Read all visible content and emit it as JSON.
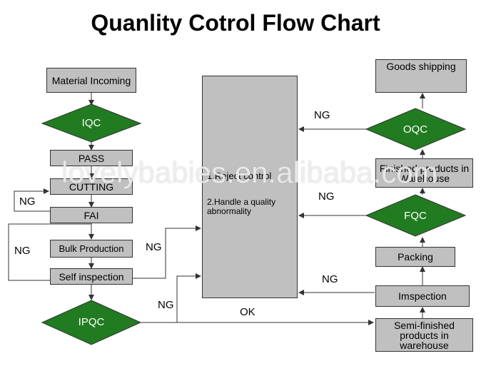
{
  "title": "Quanlity Cotrol Flow Chart",
  "colors": {
    "box_fill": "#c0c0c0",
    "diamond_fill": "#217b21",
    "line": "#333333"
  },
  "nodes": {
    "material_incoming": "Material Incoming",
    "iqc": "IQC",
    "pass": "PASS",
    "cutting": "CUTTING",
    "fai": "FAI",
    "bulk_production": "Bulk Production",
    "self_inspection": "Self inspection",
    "ipqc": "IPQC",
    "reject_control": "1.Reject control",
    "handle_abnormality": "2.Handle a quality abnormality",
    "goods_shipping": "Goods shipping",
    "oqc": "OQC",
    "finished_products": "Finished products in Warehouse",
    "fqc": "FQC",
    "packing": "Packing",
    "inspection": "Imspection",
    "semi_finished": "Semi-finished products in warehouse"
  },
  "edge_labels": {
    "ng_fai": "NG",
    "ng_self_inspection": "NG",
    "ng_to_reject": "NG",
    "ng_ipqc": "NG",
    "ok_ipqc": "OK",
    "ng_oqc": "NG",
    "ng_fqc": "NG",
    "ng_inspection": "NG"
  },
  "watermark": "lovelybabies.en.alibaba.com"
}
